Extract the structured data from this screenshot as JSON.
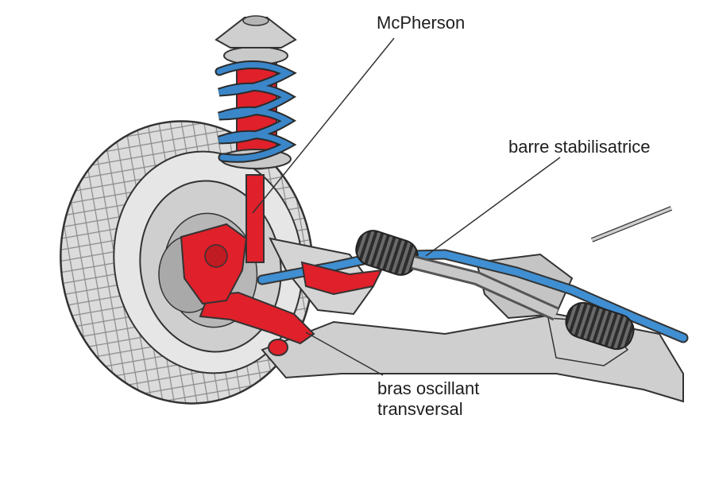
{
  "labels": {
    "mcpherson": "McPherson",
    "barre": "barre stabilisatrice",
    "bras_line1": "bras oscillant",
    "bras_line2": "transversal"
  },
  "colors": {
    "strut_red": "#e0202a",
    "spring_blue": "#3a86c8",
    "bar_blue": "#3f8fd2",
    "metal_gray": "#c9c9c9",
    "tire_gray": "#d6d6d6",
    "outline": "#333333"
  }
}
